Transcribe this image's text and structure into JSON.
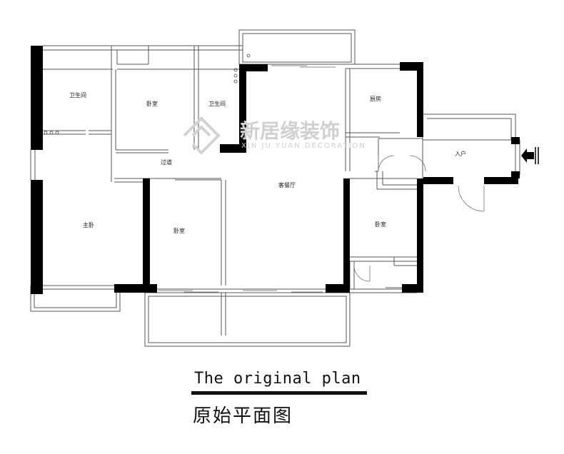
{
  "rooms": {
    "bathroom_1": "卫生间",
    "bedroom_top": "卧室",
    "bathroom_2": "卫生间",
    "kitchen": "厨房",
    "corridor": "过道",
    "living_dining": "客餐厅",
    "entrance": "入户",
    "master_bedroom": "主卧",
    "bedroom_middle": "卧室",
    "bedroom_right": "卧室"
  },
  "watermark": {
    "chinese": "新居缘装饰",
    "english": "XIN JU YUAN DECORATION"
  },
  "caption": {
    "english": "The original plan",
    "chinese": "原始平面图"
  },
  "colors": {
    "wall": "#000000",
    "thin_line": "#555555",
    "watermark": "#d0d0d0"
  }
}
